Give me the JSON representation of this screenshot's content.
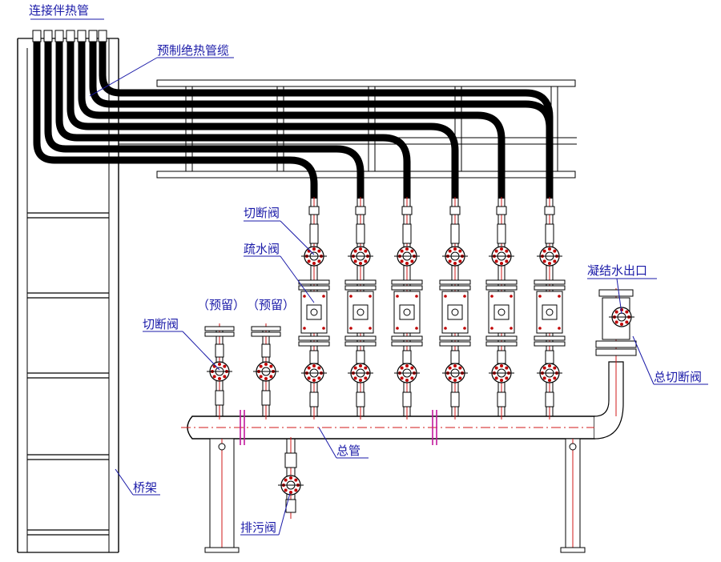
{
  "labels": {
    "heat_tracing_connection": "连接伴热管",
    "preinsulated_cable": "预制绝热管缆",
    "shutoff_valve_top": "切断阀",
    "drain_valve": "疏水阀",
    "condensate_outlet": "凝结水出口",
    "reserved_1": "（预留）",
    "reserved_2": "（预留）",
    "shutoff_valve_left": "切断阀",
    "main_shutoff_valve": "总切断阀",
    "main_header": "总管",
    "pipe_rack": "桥架",
    "blowdown_valve": "排污阀"
  },
  "colors": {
    "line": "#000000",
    "centerline": "#d11a1a",
    "label": "#1a1aa8",
    "leader": "#1a1aa8",
    "flange_mark": "#c2179d",
    "valve_bolt": "#c00000"
  }
}
